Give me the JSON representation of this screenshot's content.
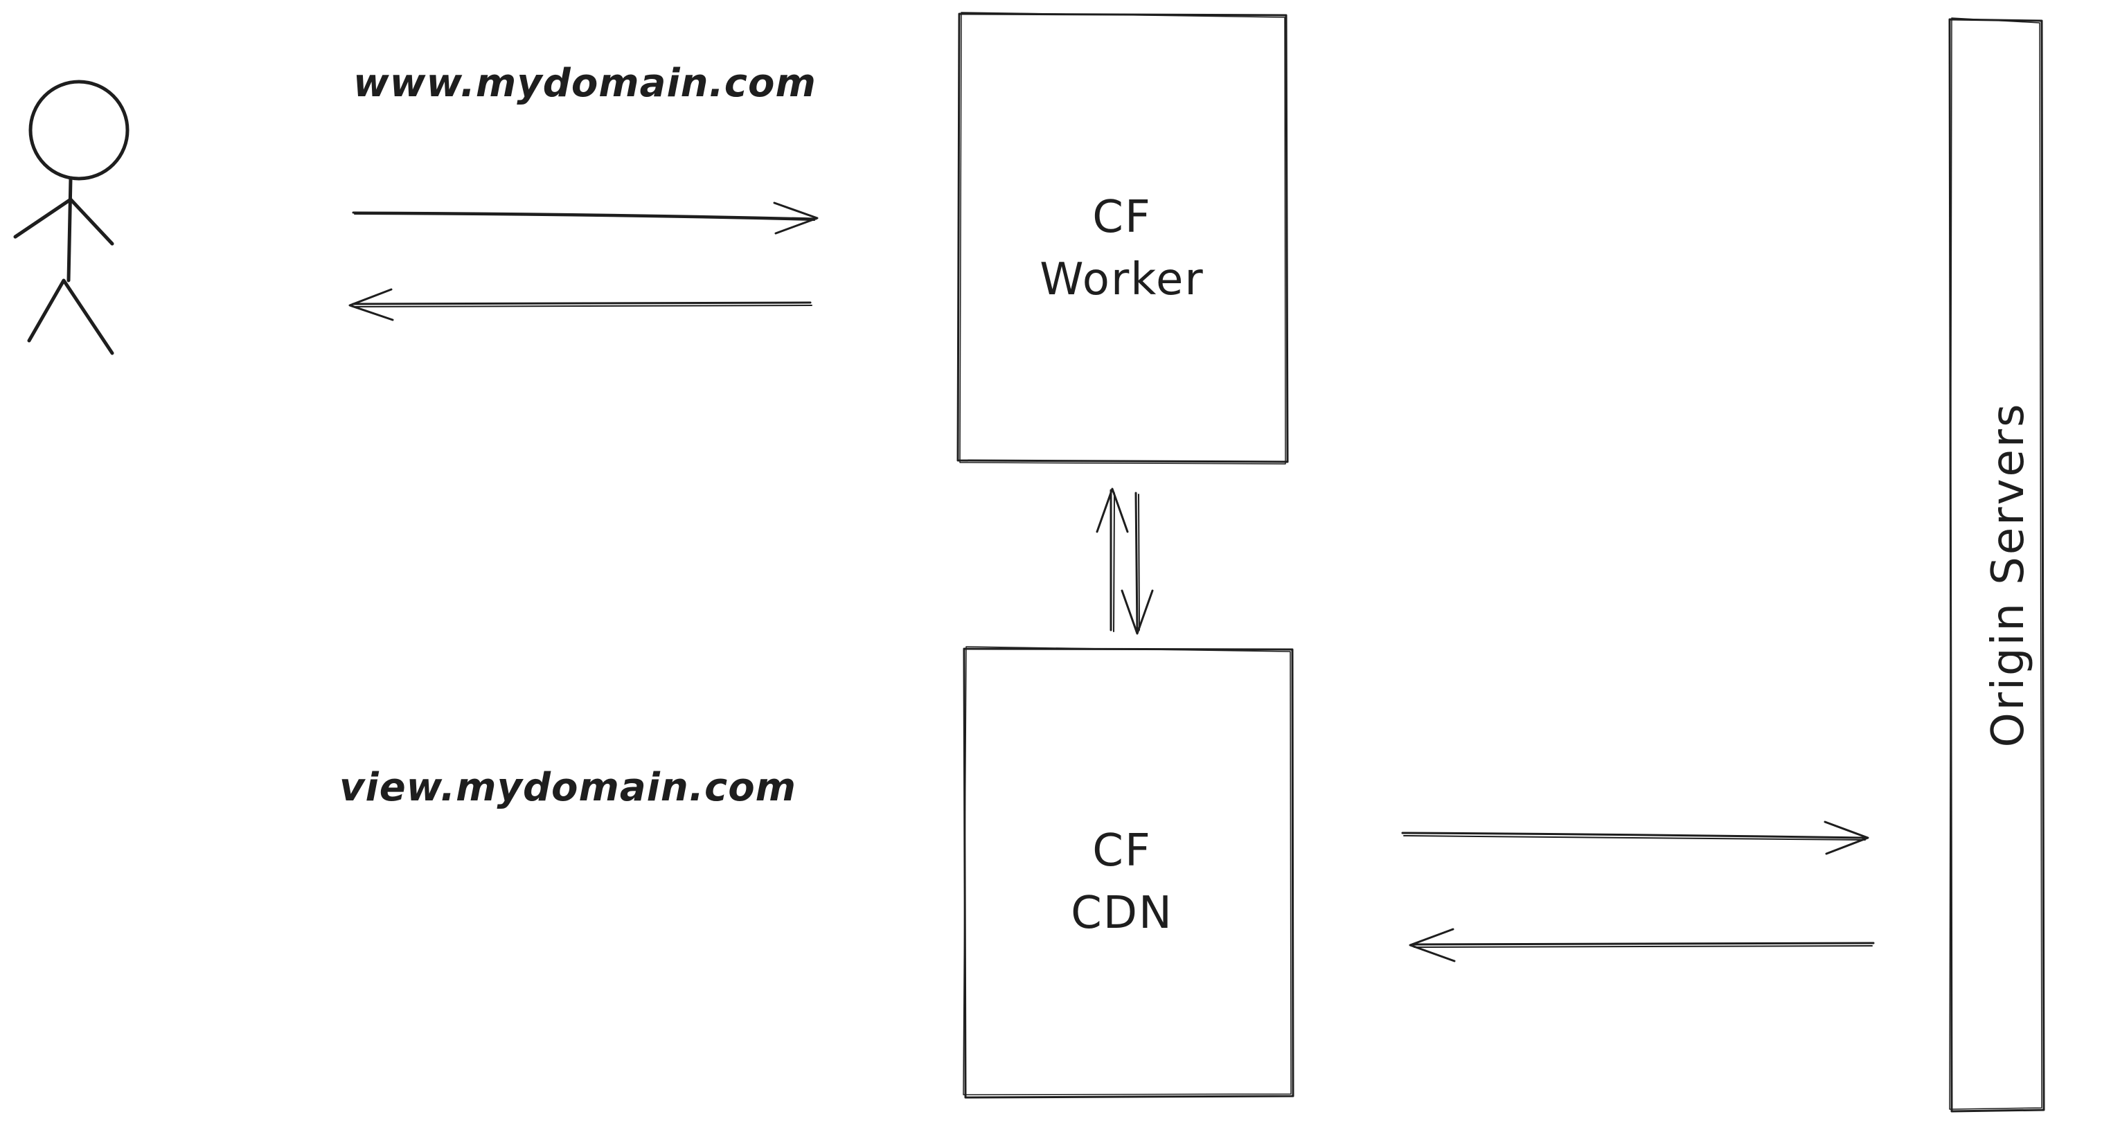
{
  "diagram": {
    "labels": {
      "www_domain": "www.mydomain.com",
      "view_domain": "view.mydomain.com",
      "worker_line1": "CF",
      "worker_line2": "Worker",
      "cdn_line1": "CF",
      "cdn_line2": "CDN",
      "origin": "Origin Servers"
    },
    "stroke_color": "#1e1e1e",
    "background_color": "#ffffff"
  }
}
